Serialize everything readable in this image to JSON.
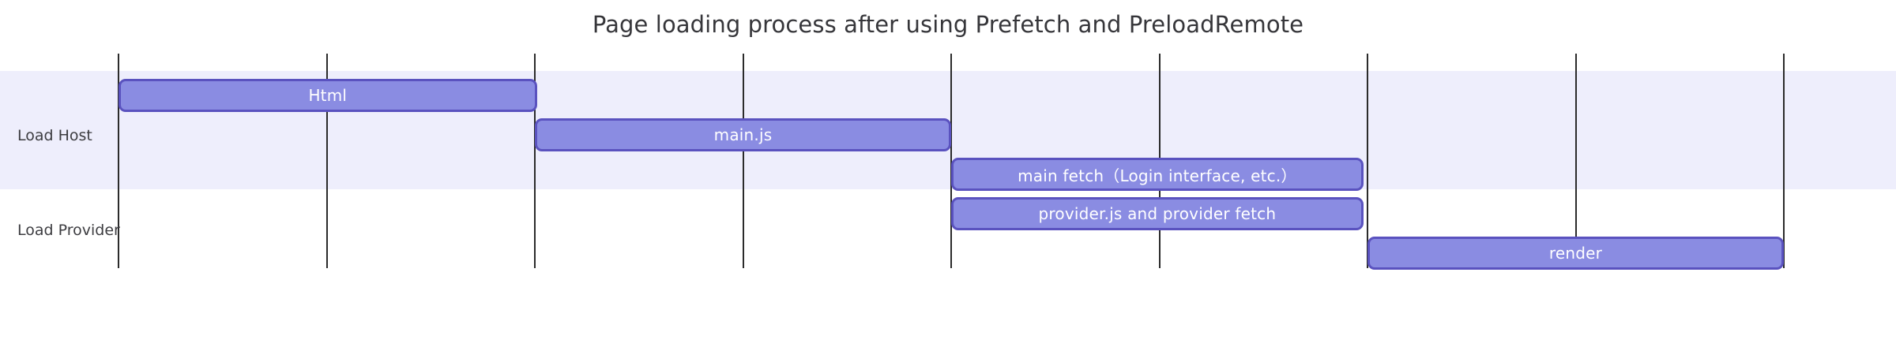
{
  "chart_data": {
    "type": "bar",
    "subtype": "gantt-timeline",
    "title": "Page loading process after using Prefetch and PreloadRemote",
    "xlabel": "",
    "ylabel": "",
    "grid": true,
    "legend": false,
    "categories": [
      "Load Host",
      "Load Provider"
    ],
    "axis": {
      "x_gridline_positions": [
        0,
        1,
        2,
        3,
        4,
        5,
        6,
        7,
        8
      ],
      "x_tick_labels": [],
      "xlim": [
        0,
        8
      ]
    },
    "colors": {
      "bar_fill": "#8a8ce2",
      "bar_border": "#5a52bf",
      "bar_text": "#ffffff",
      "row_band": "#eeeefc",
      "grid_line": "#2b2b2b",
      "title_text": "#36363a",
      "background": "#ffffff"
    },
    "tasks": [
      {
        "label": "Html",
        "category": "Load Host",
        "lane": 0,
        "start": 0.0,
        "end": 2.01
      },
      {
        "label": "main.js",
        "category": "Load Host",
        "lane": 1,
        "start": 2.0,
        "end": 4.0
      },
      {
        "label": "main fetch（Login interface, etc.）",
        "category": "Load Host",
        "lane": 2,
        "start": 4.0,
        "end": 5.98
      },
      {
        "label": "provider.js and provider fetch",
        "category": "Load Provider",
        "lane": 3,
        "start": 4.0,
        "end": 5.98
      },
      {
        "label": "render",
        "category": "Load Provider",
        "lane": 4,
        "start": 6.0,
        "end": 8.0
      }
    ]
  },
  "rows": [
    {
      "label": "Load Host",
      "banded": true
    },
    {
      "label": "Load Provider",
      "banded": false
    }
  ]
}
